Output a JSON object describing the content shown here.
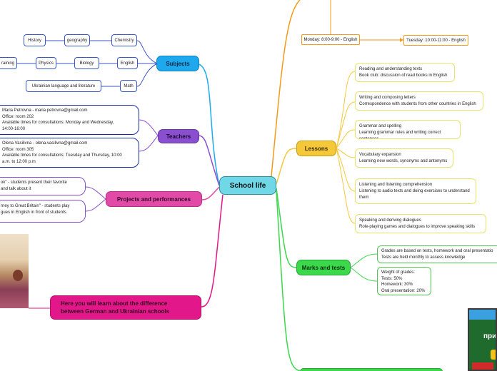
{
  "central": "School life",
  "colors": {
    "subjects": "#1ea8ee",
    "teachers": "#8a4fcf",
    "projects": "#e24aa8",
    "german": "#e2188a",
    "lessons": "#f5c83a",
    "marks": "#3bd84b",
    "orange": "#f39a1a",
    "center": "#6fd7e6"
  },
  "branches": {
    "subjects": "Subjects",
    "teachers": "Teachers",
    "projects": "Projects and performances",
    "german": "Here you will learn about the difference between German and Ukrainian schools",
    "lessons": "Lessons",
    "marks": "Marks and tests"
  },
  "subjects": {
    "row1": [
      "History",
      "geography",
      "Chemistry"
    ],
    "row2": [
      "raining",
      "Physics",
      "Biology",
      "English"
    ],
    "row3": [
      "Ukrainian language and literature",
      "Math"
    ]
  },
  "teachers": {
    "t1": {
      "line1": "Maria Petrovna - maria.petrovna@gmail.com",
      "line2": "Office: room 202",
      "line3": "Available times for consultations: Monday and Wednesday,",
      "line4": "14:00-16:00"
    },
    "t2": {
      "line1": "Olena Vasilivna - olena.vasilivna@gmail.com",
      "line2": "Office: room 305",
      "line3": "Available times for consultations: Tuesday and Thursday, 10:00",
      "line4": "a.m. to 12:00 p.m"
    }
  },
  "projects": {
    "p1": {
      "line1": "ok\" - students present their favorite",
      "line2": "and talk about it"
    },
    "p2": {
      "line1": "rney to Great Britain\" - students play",
      "line2": "gues in English in front of students"
    }
  },
  "schedule": {
    "monday": "Monday: 8:00-9:00 - English",
    "tuesday": "Tuesday: 10:00-11:00 - English"
  },
  "lessons": [
    {
      "line1": "Reading and understanding texts",
      "line2": "Book club: discussion of read books in English"
    },
    {
      "line1": "Writing and composing letters",
      "line2": "Correspondence with students from other countries in English"
    },
    {
      "line1": "Grammar and spelling",
      "line2": "Learning grammar rules and writing correct sentences"
    },
    {
      "line1": "Vocabulary expansion",
      "line2": "Learning new words, synonyms and antonyms"
    },
    {
      "line1": "Listening and listening comprehension",
      "line2": "Listening to audio texts and doing exercises to understand",
      "line3": "them"
    },
    {
      "line1": "Speaking and deriving dialogues",
      "line2": "Role-playing games and dialogues to improve speaking skills"
    }
  ],
  "marks": {
    "m1": {
      "line1": "Grades are based on tests, homework and oral presentatio",
      "line2": "Tests are held monthly to assess knowledge"
    },
    "m2": {
      "line1": "Weight of grades:",
      "line2": "Tests: 50%",
      "line3": "Homework: 30%",
      "line4": "Oral presentation: 20%"
    }
  },
  "image_right_text": "при"
}
